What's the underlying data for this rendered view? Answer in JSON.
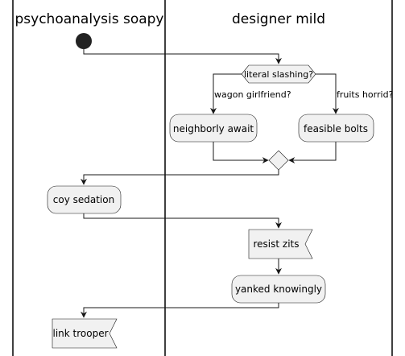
{
  "lanes": [
    {
      "title": "psychoanalysis soapy"
    },
    {
      "title": "designer mild"
    }
  ],
  "nodes": {
    "decision": {
      "label": "literal slashing?"
    },
    "left_branch_guard": "wagon girlfriend?",
    "right_branch_guard": "fruits horrid?",
    "neighborly": {
      "label": "neighborly await"
    },
    "feasible": {
      "label": "feasible bolts"
    },
    "coy": {
      "label": "coy sedation"
    },
    "resist": {
      "label": "resist zits"
    },
    "yanked": {
      "label": "yanked knowingly"
    },
    "link": {
      "label": "link trooper"
    }
  },
  "colors": {
    "node_fill": "#f1f1f1",
    "stroke": "#181818",
    "start": "#222222"
  }
}
